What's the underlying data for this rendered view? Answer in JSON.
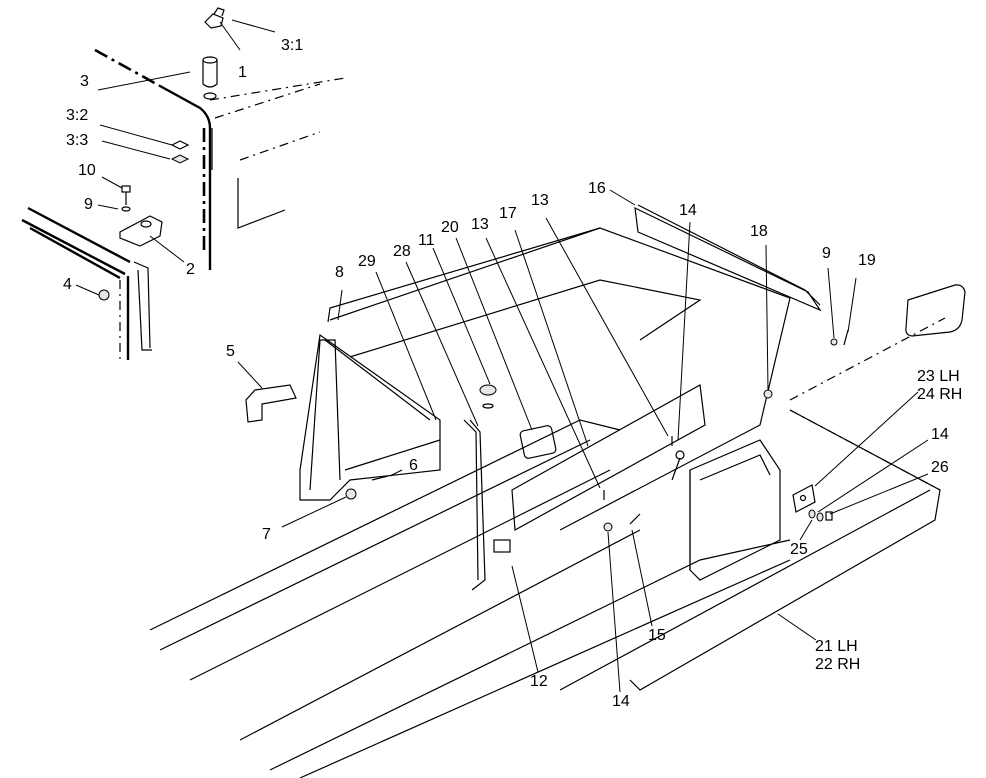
{
  "callouts": [
    {
      "id": "c-1",
      "label": "1"
    },
    {
      "id": "c-3-1",
      "label": "3:1"
    },
    {
      "id": "c-3",
      "label": "3"
    },
    {
      "id": "c-3-2",
      "label": "3:2"
    },
    {
      "id": "c-3-3",
      "label": "3:3"
    },
    {
      "id": "c-10",
      "label": "10"
    },
    {
      "id": "c-9a",
      "label": "9"
    },
    {
      "id": "c-2",
      "label": "2"
    },
    {
      "id": "c-4",
      "label": "4"
    },
    {
      "id": "c-5",
      "label": "5"
    },
    {
      "id": "c-8",
      "label": "8"
    },
    {
      "id": "c-29",
      "label": "29"
    },
    {
      "id": "c-28",
      "label": "28"
    },
    {
      "id": "c-11",
      "label": "11"
    },
    {
      "id": "c-20",
      "label": "20"
    },
    {
      "id": "c-13a",
      "label": "13"
    },
    {
      "id": "c-17",
      "label": "17"
    },
    {
      "id": "c-13b",
      "label": "13"
    },
    {
      "id": "c-16",
      "label": "16"
    },
    {
      "id": "c-14a",
      "label": "14"
    },
    {
      "id": "c-18",
      "label": "18"
    },
    {
      "id": "c-9b",
      "label": "9"
    },
    {
      "id": "c-19",
      "label": "19"
    },
    {
      "id": "c-6",
      "label": "6"
    },
    {
      "id": "c-7",
      "label": "7"
    },
    {
      "id": "c-23-24",
      "label": "23 LH\n24 RH"
    },
    {
      "id": "c-14b",
      "label": "14"
    },
    {
      "id": "c-26",
      "label": "26"
    },
    {
      "id": "c-25",
      "label": "25"
    },
    {
      "id": "c-15",
      "label": "15"
    },
    {
      "id": "c-12",
      "label": "12"
    },
    {
      "id": "c-14c",
      "label": "14"
    },
    {
      "id": "c-21-22",
      "label": "21 LH\n22 RH"
    }
  ]
}
